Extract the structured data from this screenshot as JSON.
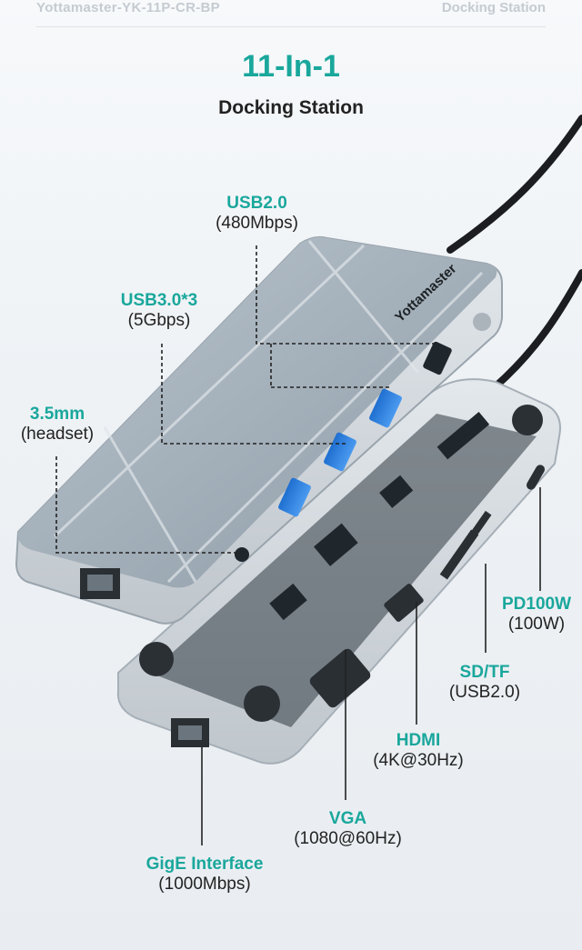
{
  "header": {
    "brand": "Yottamaster-YK-11P-CR-BP",
    "category": "Docking Station"
  },
  "title": "11-In-1",
  "subtitle": "Docking Station",
  "device_logo": "Yottamaster",
  "ports": {
    "usb20": {
      "name": "USB2.0",
      "spec": "(480Mbps)"
    },
    "usb30": {
      "name": "USB3.0*3",
      "spec": "(5Gbps)"
    },
    "audio": {
      "name": "3.5mm",
      "spec": "(headset)"
    },
    "pd": {
      "name": "PD100W",
      "spec": "(100W)"
    },
    "sdtf": {
      "name": "SD/TF",
      "spec": "(USB2.0)"
    },
    "hdmi": {
      "name": "HDMI",
      "spec": "(4K@30Hz)"
    },
    "vga": {
      "name": "VGA",
      "spec": "(1080@60Hz)"
    },
    "ethernet": {
      "name": "GigE Interface",
      "spec": "(1000Mbps)"
    }
  },
  "colors": {
    "accent": "#1aa79c",
    "text": "#222222",
    "header_text": "#c5cbd1"
  }
}
